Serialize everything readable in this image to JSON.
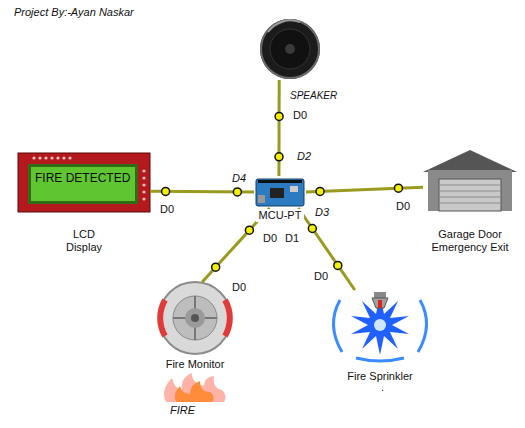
{
  "diagram": {
    "title": "Project By:-Ayan Naskar",
    "nodes": [
      {
        "text": [
          "SPEAKER"
        ]
      },
      {
        "text": [
          "FIRE DETECTED",
          "LCD Display"
        ]
      },
      {
        "text": [
          "MCU-PT"
        ]
      },
      {
        "text": [
          "Garage Door Emergency Exit"
        ]
      },
      {
        "text": [
          "Fire Monitor"
        ]
      },
      {
        "text": [
          "Fire Sprinkler"
        ]
      }
    ],
    "edges": [
      {
        "from": 2,
        "to": 0,
        "arrow": "none"
      },
      {
        "from": 2,
        "to": 1,
        "arrow": "none"
      },
      {
        "from": 2,
        "to": 3,
        "arrow": "none"
      },
      {
        "from": 2,
        "to": 4,
        "arrow": "none"
      },
      {
        "from": 2,
        "to": 5,
        "arrow": "none"
      }
    ],
    "labels": [
      "D0",
      "D2",
      "D4",
      "D0",
      "D3",
      "D0",
      "D0",
      "D1",
      "D0",
      "D0",
      "FIRE",
      "."
    ]
  }
}
